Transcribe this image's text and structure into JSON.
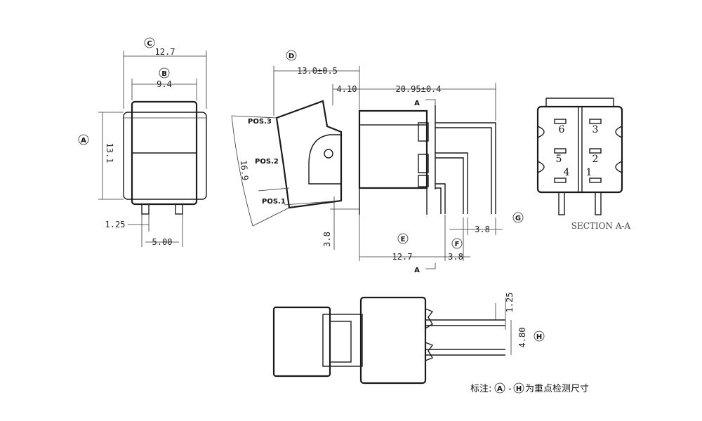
{
  "markers": {
    "A": "A",
    "B": "B",
    "C": "C",
    "D": "D",
    "E": "E",
    "F": "F",
    "G": "G",
    "H": "H"
  },
  "front_view": {
    "width_overall": "12.7",
    "width_inner": "9.4",
    "height": "13.1",
    "pin_dia": "1.25",
    "pin_pitch": "5.00"
  },
  "side_view": {
    "rocker_len": "13.0±0.5",
    "offset": "4.10",
    "overall": "20.95±0.4",
    "arc": "16.9",
    "pos3": "POS.3",
    "pos2": "POS.2",
    "pos1": "POS.1",
    "drop": "3.8",
    "body_len": "12.7",
    "term_pitch1": "3.8",
    "term_pitch2": "3.8",
    "section_mark": "A"
  },
  "section_view": {
    "title": "SECTION A-A",
    "terminals": [
      "6",
      "3",
      "5",
      "2",
      "4",
      "1"
    ]
  },
  "bottom_view": {
    "pin_width": "1.25",
    "pin_pitch": "4.80"
  },
  "note": {
    "prefix": "标注:",
    "mid": "-",
    "suffix": "为重点检测尺寸"
  }
}
